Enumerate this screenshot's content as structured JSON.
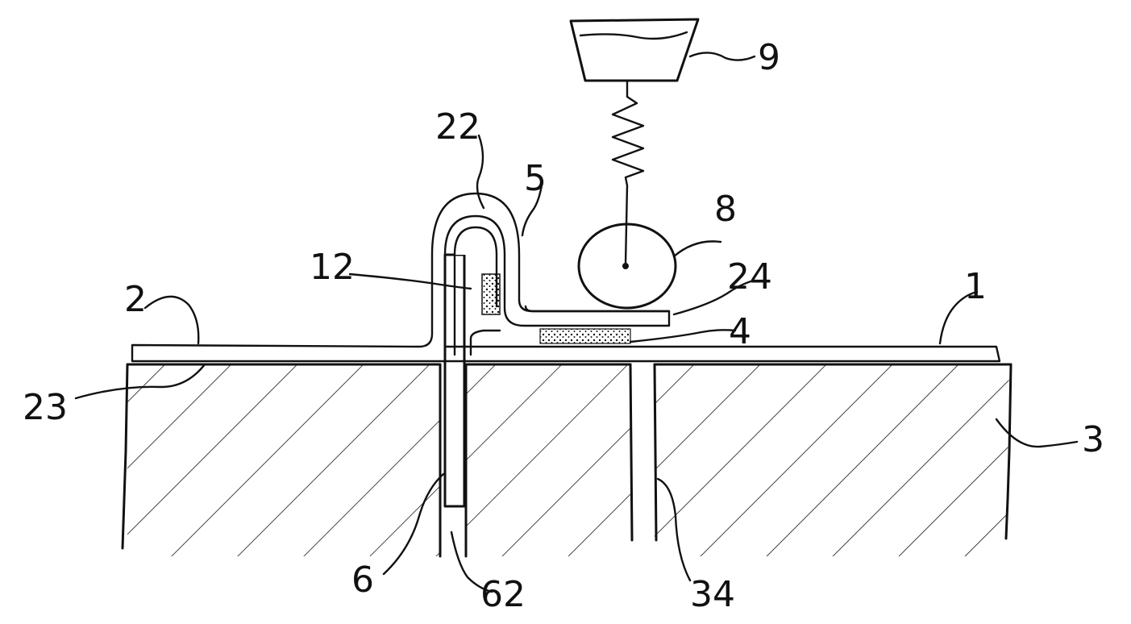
{
  "labels": {
    "l1": "1",
    "l2": "2",
    "l3": "3",
    "l4": "4",
    "l5": "5",
    "l6": "6",
    "l8": "8",
    "l9": "9",
    "l12": "12",
    "l22": "22",
    "l23": "23",
    "l24": "24",
    "l34": "34",
    "l62": "62"
  }
}
